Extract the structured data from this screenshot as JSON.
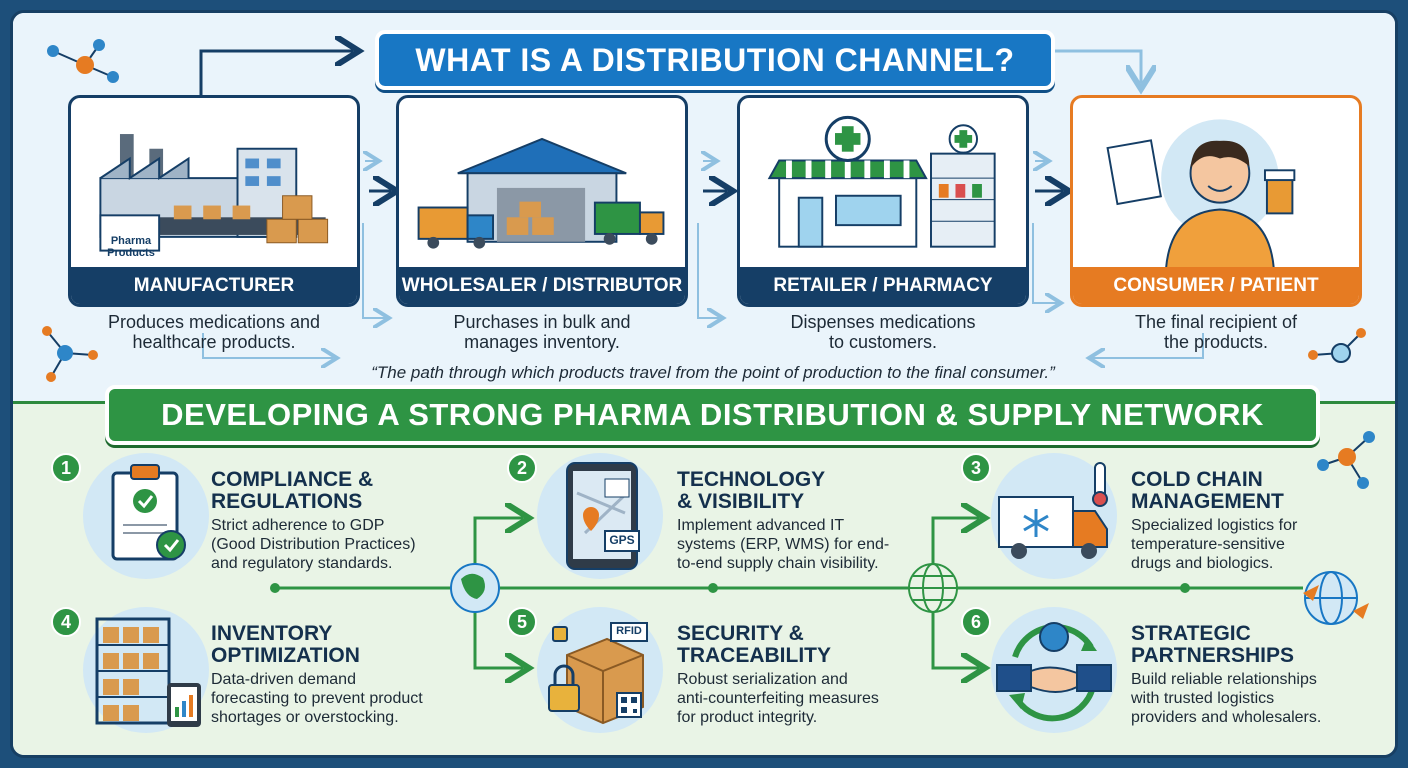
{
  "title": "WHAT IS A DISTRIBUTION CHANNEL?",
  "stages": [
    {
      "label": "MANUFACTURER",
      "description_line1": "Produces medications and",
      "description_line2": "healthcare products.",
      "box_text_1": "Pharma",
      "box_text_2": "Products"
    },
    {
      "label": "WHOLESALER / DISTRIBUTOR",
      "description_line1": "Purchases in bulk and",
      "description_line2": "manages inventory."
    },
    {
      "label": "RETAILER / PHARMACY",
      "description_line1": "Dispenses medications",
      "description_line2": "to customers."
    },
    {
      "label": "CONSUMER / PATIENT",
      "description_line1": "The final recipient of",
      "description_line2": "the products."
    }
  ],
  "quote": "“The path through which products travel from the point of production to the final consumer.”",
  "section_title": "DEVELOPING A STRONG PHARMA DISTRIBUTION & SUPPLY NETWORK",
  "features": [
    {
      "number": "1",
      "title_line1": "COMPLIANCE &",
      "title_line2": "REGULATIONS",
      "desc_line1": "Strict adherence to GDP",
      "desc_line2": "(Good Distribution Practices)",
      "desc_line3": "and regulatory standards."
    },
    {
      "number": "2",
      "title_line1": "TECHNOLOGY",
      "title_line2": "& VISIBILITY",
      "desc_line1": "Implement advanced IT",
      "desc_line2": "systems (ERP, WMS) for end-",
      "desc_line3": "to-end supply chain visibility.",
      "icon_text": "GPS"
    },
    {
      "number": "3",
      "title_line1": "COLD CHAIN",
      "title_line2": "MANAGEMENT",
      "desc_line1": "Specialized logistics for",
      "desc_line2": "temperature-sensitive",
      "desc_line3": "drugs and biologics."
    },
    {
      "number": "4",
      "title_line1": "INVENTORY",
      "title_line2": "OPTIMIZATION",
      "desc_line1": "Data-driven demand",
      "desc_line2": "forecasting to prevent product",
      "desc_line3": "shortages or overstocking."
    },
    {
      "number": "5",
      "title_line1": "SECURITY &",
      "title_line2": "TRACEABILITY",
      "desc_line1": "Robust serialization and",
      "desc_line2": "anti-counterfeiting measures",
      "desc_line3": "for product integrity.",
      "icon_text": "RFID"
    },
    {
      "number": "6",
      "title_line1": "STRATEGIC",
      "title_line2": "PARTNERSHIPS",
      "desc_line1": "Build reliable relationships",
      "desc_line2": "with trusted logistics",
      "desc_line3": "providers and wholesalers."
    }
  ],
  "colors": {
    "navy": "#153e66",
    "blue": "#1877c4",
    "green": "#2e9444",
    "orange": "#e67b22"
  }
}
